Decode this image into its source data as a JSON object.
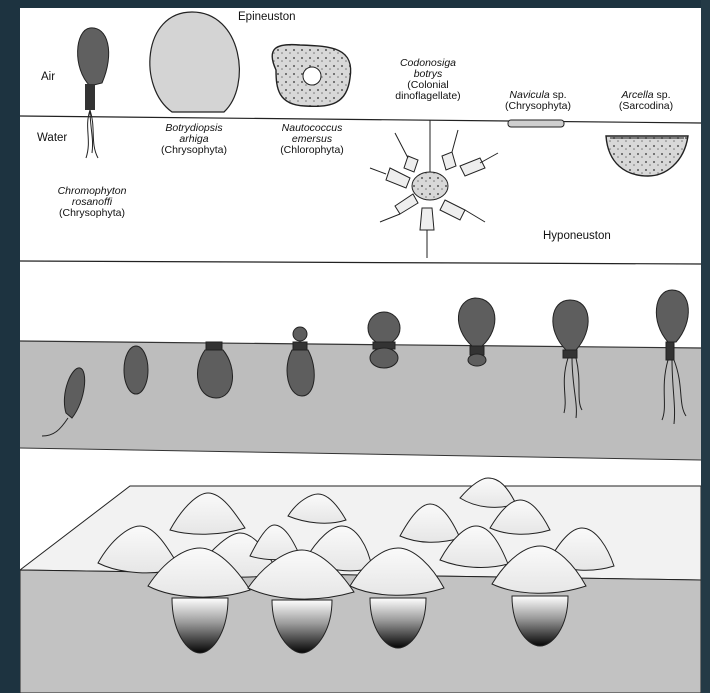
{
  "labels": {
    "epineuston": "Epineuston",
    "air": "Air",
    "water": "Water",
    "hyponeuston": "Hyponeuston",
    "chromophyton_genus": "Chromophyton",
    "chromophyton_species": "rosanoffi",
    "chromophyton_group": "(Chrysophyta)",
    "botrydiopsis_genus": "Botrydiopsis",
    "botrydiopsis_species": "arhiga",
    "botrydiopsis_group": "(Chrysophyta)",
    "nautococcus_genus": "Nautococcus",
    "nautococcus_species": "emersus",
    "nautococcus_group": "(Chlorophyta)",
    "codonosiga_genus": "Codonosiga",
    "codonosiga_species": "botrys",
    "codonosiga_note1": "(Colonial",
    "codonosiga_note2": "dinoflagellate)",
    "navicula_genus": "Navicula",
    "navicula_sp": " sp.",
    "navicula_group": "(Chrysophyta)",
    "arcella_genus": "Arcella",
    "arcella_sp": " sp.",
    "arcella_group": "(Sarcodina)"
  },
  "colors": {
    "background": "#1b2d38",
    "figure": "#ffffff",
    "cell_dark": "#5a5a5a",
    "water_gray": "#b9b9b9",
    "block_gray": "#c8c8c8"
  }
}
